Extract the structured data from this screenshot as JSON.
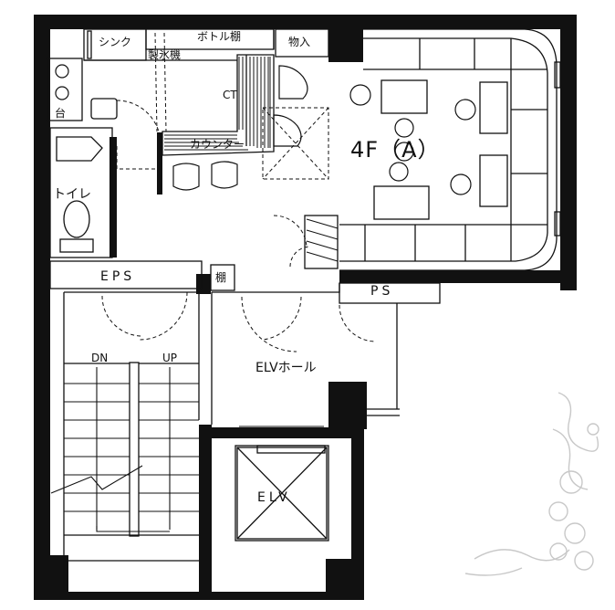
{
  "plan": {
    "unit_title": "4F（A）",
    "rooms": {
      "sink": "シンク",
      "bottle_shelf": "ボトル棚",
      "ice_maker": "製氷機",
      "storage": "物入",
      "stand": "台",
      "ct": "CT",
      "counter": "カウンター",
      "toilet": "トイレ",
      "eps": "EPS",
      "shelf": "棚",
      "ps": "PS",
      "elv_hall": "ELVホール",
      "elv": "ELV",
      "dn": "DN",
      "up": "UP"
    }
  }
}
